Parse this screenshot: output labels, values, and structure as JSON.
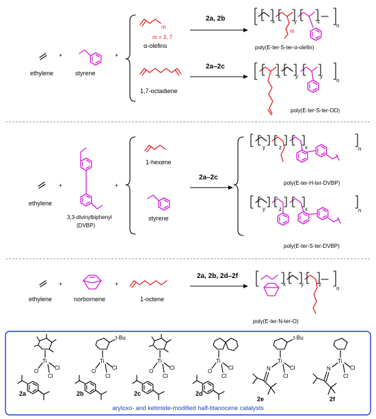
{
  "section1": {
    "monomer_ethylene": "ethylene",
    "monomer_styrene": "styrene",
    "alpha_olefin_label": "α-olefins",
    "m_label": "m",
    "m_values": "m = 3, 7",
    "octadiene_label": "1,7-octadiene",
    "cond_top": "2a, 2b",
    "cond_bottom": "2a–2c",
    "product_top": "poly(E-ter-S-ter-α-olefin)",
    "product_bottom": "poly(E-ter-S-ter-OD)"
  },
  "section2": {
    "monomer_ethylene": "ethylene",
    "dvbp_name": "3,3-divinylbiphenyl",
    "dvbp_abbr": "(DVBP)",
    "hexene_label": "1-hexene",
    "styrene_label": "styrene",
    "cond": "2a–2c",
    "product_top": "poly(E-ter-H-ter-DVBP)",
    "product_bottom": "poly(E-ter-S-ter-DVBP)"
  },
  "section3": {
    "monomer_ethylene": "ethylene",
    "norbornene_label": "norbornene",
    "octene_label": "1-octene",
    "cond": "2a, 2b, 2d–2f",
    "product": "poly(E-ter-N-ter-O)"
  },
  "subscripts": {
    "x": "x",
    "y": "y",
    "z": "z",
    "n": "n"
  },
  "catalysts": {
    "items": [
      {
        "id": "2a",
        "label": "2a"
      },
      {
        "id": "2b",
        "label": "2b",
        "tbu": "t-Bu"
      },
      {
        "id": "2c",
        "label": "2c"
      },
      {
        "id": "2d",
        "label": "2d"
      },
      {
        "id": "2e",
        "label": "2e",
        "tbu": "t-Bu"
      },
      {
        "id": "2f",
        "label": "2f"
      }
    ],
    "atoms": {
      "ti": "Ti",
      "cl": "Cl",
      "o": "O",
      "n": "N"
    },
    "caption": "aryloxo- and ketimide-modified half-titanocene catalysts"
  },
  "colors": {
    "red": "#e0201f",
    "magenta": "#d21ad2",
    "frame_blue": "#1f3fd1"
  }
}
